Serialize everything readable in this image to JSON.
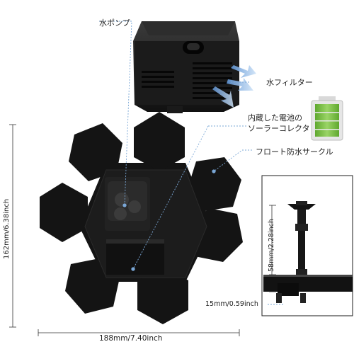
{
  "labels": {
    "water_pump": "水ポンプ",
    "water_filter": "水フィルター",
    "battery_text_line1": "内蔵した電池の",
    "battery_text_line2": "ソーラーコレクタ",
    "float_circle": "フロート防水サークル",
    "height_dim": "162mm/6.38inch",
    "width_dim": "188mm/7.40inch",
    "nozzle_height_dim": "58mm/2.28inch",
    "base_height_dim": "15mm/0.59inch"
  },
  "icons": {
    "battery": "battery-full-icon",
    "arrows": "flow-arrows-icon"
  },
  "colors": {
    "product": "#141414",
    "pointer": "#7aa7d6",
    "battery_green": "#7ec242",
    "arrow_blue": "#9ec4ef"
  }
}
